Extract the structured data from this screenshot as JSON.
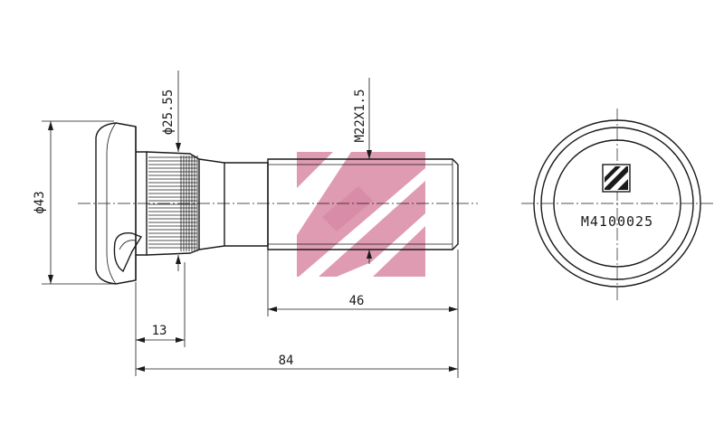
{
  "drawing": {
    "dimensions": {
      "head_diameter": "ϕ43",
      "knurl_diameter": "ϕ25.55",
      "thread": "M22X1.5",
      "thread_length": "46",
      "head_length": "13",
      "overall_length": "84"
    },
    "part_number": "M4100025",
    "watermark_color": "#d88aa4",
    "line_color": "#1a1a1a"
  }
}
